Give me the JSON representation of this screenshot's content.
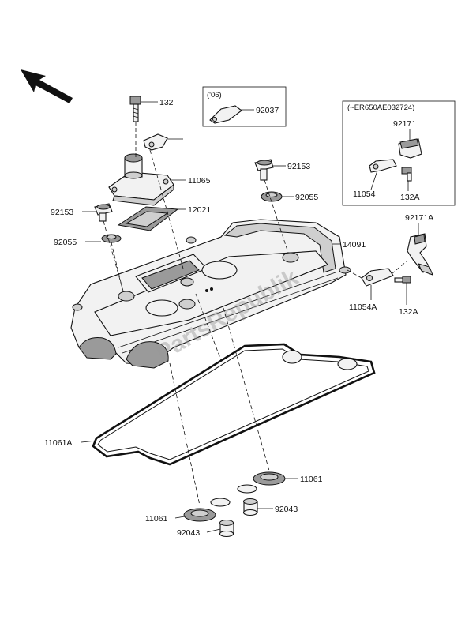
{
  "labels": {
    "p132": "132",
    "p11065": "11065",
    "p12021": "12021",
    "p92153_left": "92153",
    "p92055_left": "92055",
    "p92153_right": "92153",
    "p92055_right": "92055",
    "p14091": "14091",
    "p11061A": "11061A",
    "p11061_right": "11061",
    "p11061_left": "11061",
    "p92043_right": "92043",
    "p92043_left": "92043",
    "p92171A": "92171A",
    "p11054A": "11054A",
    "p132A_bottom": "132A"
  },
  "box_06": {
    "title": "('06)",
    "part": "92037"
  },
  "box_er650": {
    "title": "(~ER650AE032724)",
    "p92171": "92171",
    "p11054": "11054",
    "p132A": "132A"
  },
  "watermark": "PartsRepublik"
}
